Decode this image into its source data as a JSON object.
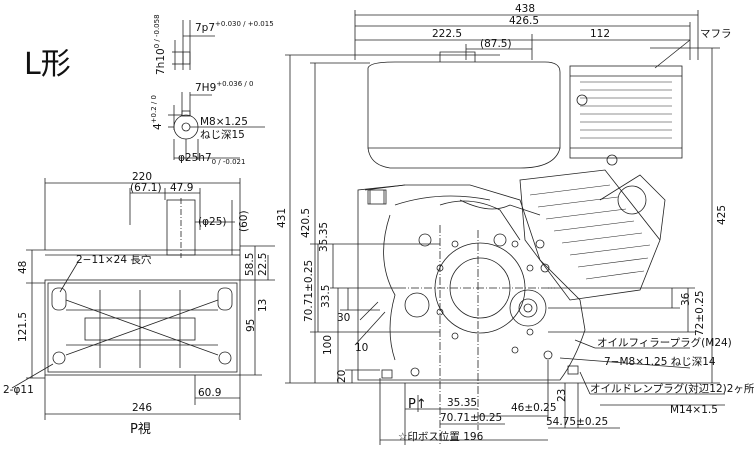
{
  "title": "L形",
  "view_label": "P視",
  "p_marker": "P↑",
  "shaft": {
    "key_width": "7p7",
    "key_width_tol": "+0.030 / +0.015",
    "key_height": "7h10",
    "key_height_tol": "0 / -0.058",
    "keyway": "7H9",
    "keyway_tol": "+0.036 / 0",
    "keyway_depth": "4",
    "keyway_depth_tol": "+0.2 / 0",
    "thread": "M8×1.25",
    "thread_depth": "ねじ深15",
    "diameter": "φ25h7",
    "diameter_tol": "0 / -0.021"
  },
  "base_view": {
    "dims": {
      "w220": "220",
      "w67": "(67.1)",
      "w47": "47.9",
      "phi25": "(φ25)",
      "h60": "(60)",
      "h58": "58.5",
      "h22": "22.5",
      "h48": "48",
      "h121": "121.5",
      "h13": "13",
      "h95": "95",
      "w246": "246",
      "w60": "60.9"
    },
    "slot_note": "2−11×24 長穴",
    "hole_note": "2-φ11"
  },
  "front_view": {
    "dims": {
      "w438": "438",
      "w426": "426.5",
      "w222": "222.5",
      "w87": "(87.5)",
      "w112": "112",
      "h431": "431",
      "h420": "420.5",
      "h425": "425",
      "h35": "35.35",
      "h70": "70.71±0.25",
      "h33": "33.5",
      "h100": "100",
      "h30": "30",
      "h10": "10",
      "h20": "20",
      "h36": "36",
      "h72": "72±0.25",
      "w35": "35.35",
      "w70": "70.71±0.25",
      "w46": "46±0.25",
      "w23": "23",
      "w54": "54.75±0.25",
      "w196": "☆印ボス位置 196"
    },
    "labels": {
      "muffler": "マフラ",
      "oil_filler": "オイルフィラープラグ(M24)",
      "thread_note": "7−M8×1.25 ねじ深14",
      "oil_drain": "オイルドレンプラグ(対辺12)2ヶ所",
      "drain_thread": "M14×1.5"
    }
  }
}
